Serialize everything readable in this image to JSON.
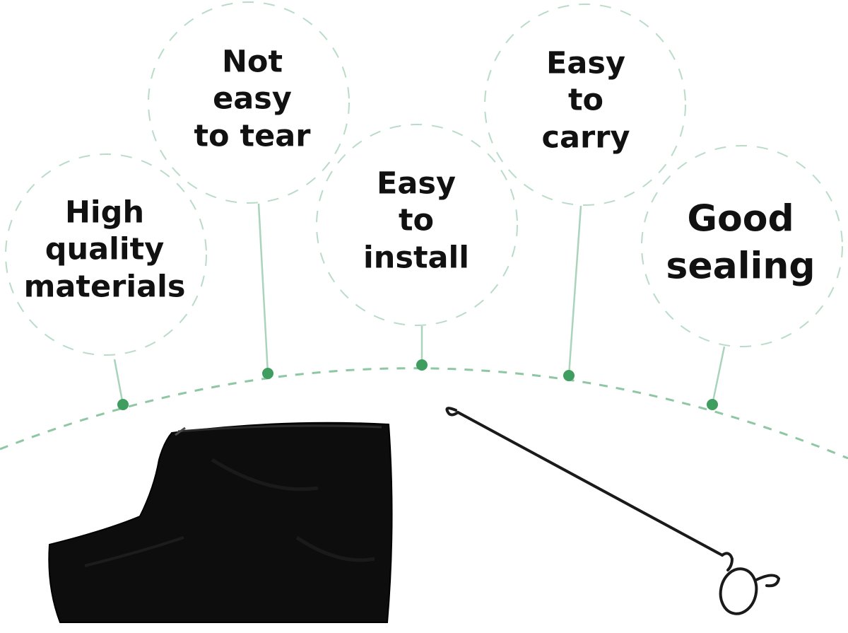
{
  "colors": {
    "accent_green": "#3f9e5f",
    "circle_dash": "#b9dcc8",
    "connector": "#a9d4bb",
    "product_black": "#0d0d0d",
    "text": "#111111"
  },
  "features": [
    {
      "id": "high-quality",
      "lines": [
        "High",
        "quality",
        "materials"
      ]
    },
    {
      "id": "not-easy-to-tear",
      "lines": [
        "Not",
        "easy",
        "to tear"
      ]
    },
    {
      "id": "easy-to-install",
      "lines": [
        "Easy",
        "to",
        "install"
      ]
    },
    {
      "id": "easy-to-carry",
      "lines": [
        "Easy",
        "to",
        "carry"
      ]
    },
    {
      "id": "good-sealing",
      "lines": [
        "Good",
        "sealing"
      ]
    }
  ],
  "images": {
    "dust_bag": "black fabric dust bag with zipper",
    "hook": "black metal wire hook with ring handle"
  }
}
